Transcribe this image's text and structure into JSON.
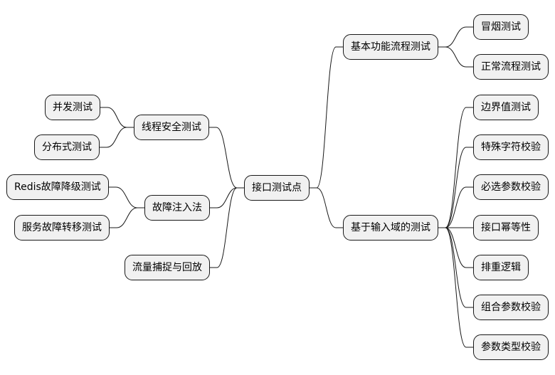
{
  "mindmap": {
    "root": {
      "id": "root",
      "label": "接口测试点"
    },
    "nodes": [
      {
        "id": "basic",
        "parent": "root",
        "label": "基本功能流程测试"
      },
      {
        "id": "smoke",
        "parent": "basic",
        "label": "冒烟测试"
      },
      {
        "id": "normal",
        "parent": "basic",
        "label": "正常流程测试"
      },
      {
        "id": "input",
        "parent": "root",
        "label": "基于输入域的测试"
      },
      {
        "id": "boundary",
        "parent": "input",
        "label": "边界值测试"
      },
      {
        "id": "special",
        "parent": "input",
        "label": "特殊字符校验"
      },
      {
        "id": "required",
        "parent": "input",
        "label": "必选参数校验"
      },
      {
        "id": "idempotent",
        "parent": "input",
        "label": "接口幂等性"
      },
      {
        "id": "dedupe",
        "parent": "input",
        "label": "排重逻辑"
      },
      {
        "id": "combo",
        "parent": "input",
        "label": "组合参数校验"
      },
      {
        "id": "types",
        "parent": "input",
        "label": "参数类型校验"
      },
      {
        "id": "thread",
        "parent": "root",
        "label": "线程安全测试"
      },
      {
        "id": "concurrency",
        "parent": "thread",
        "label": "并发测试"
      },
      {
        "id": "distributed",
        "parent": "thread",
        "label": "分布式测试"
      },
      {
        "id": "fault",
        "parent": "root",
        "label": "故障注入法"
      },
      {
        "id": "redis",
        "parent": "fault",
        "label": "Redis故障降级测试"
      },
      {
        "id": "service",
        "parent": "fault",
        "label": "服务故障转移测试"
      },
      {
        "id": "traffic",
        "parent": "root",
        "label": "流量捕捉与回放"
      }
    ]
  }
}
